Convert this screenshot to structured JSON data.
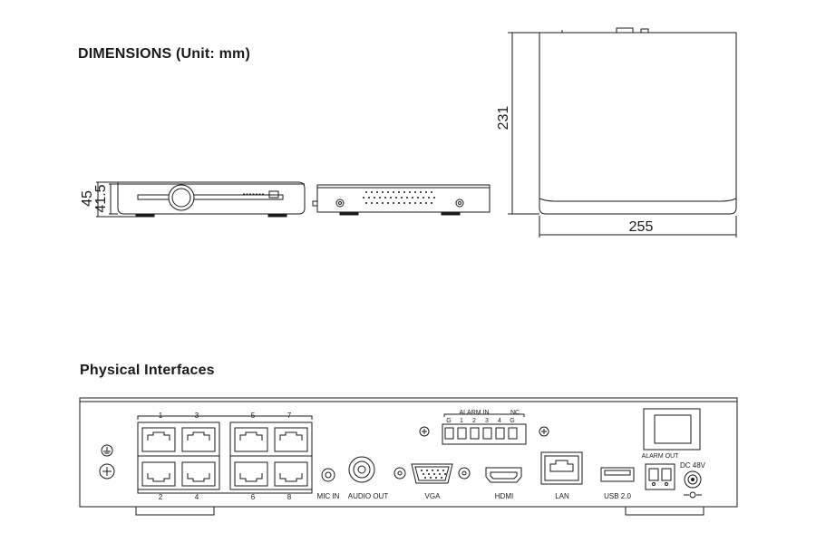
{
  "headings": {
    "dimensions": "DIMENSIONS  (Unit: mm)",
    "physical_interfaces": "Physical Interfaces"
  },
  "dimensions": {
    "height_total": "45",
    "height_body": "41.5",
    "depth": "231",
    "width": "255"
  },
  "rear_panel": {
    "poe_top_numbers": [
      "1",
      "3",
      "5",
      "7"
    ],
    "poe_bottom_numbers": [
      "2",
      "4",
      "6",
      "8"
    ],
    "alarm_in_title": "ALARM IN",
    "nc_label": "NC",
    "alarm_pins": [
      "G",
      "1",
      "2",
      "3",
      "4",
      "G"
    ],
    "alarm_out_label": "ALARM OUT",
    "dc_label": "DC 48V",
    "port_labels": {
      "mic_in": "MIC IN",
      "audio_out": "AUDIO OUT",
      "vga": "VGA",
      "hdmi": "HDMI",
      "lan": "LAN",
      "usb": "USB 2.0"
    }
  }
}
